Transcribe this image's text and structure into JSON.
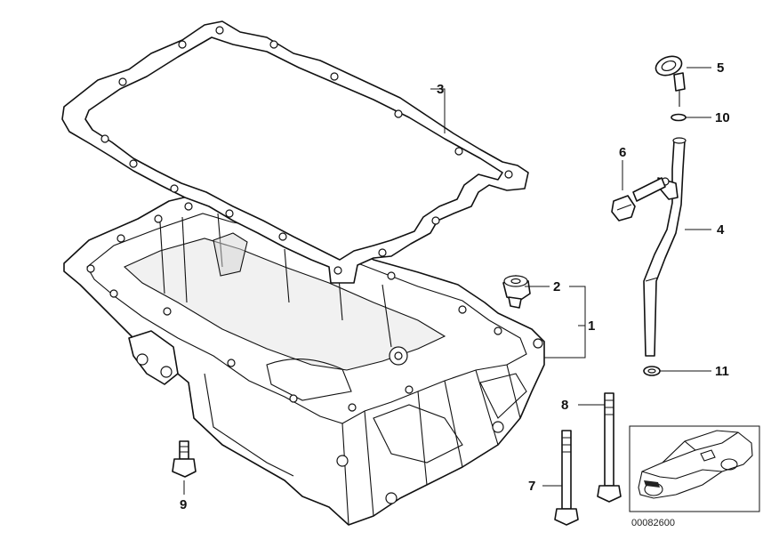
{
  "callouts": {
    "c1": "1",
    "c2": "2",
    "c3": "3",
    "c4": "4",
    "c5": "5",
    "c6": "6",
    "c7": "7",
    "c8": "8",
    "c9": "9",
    "c10": "10",
    "c11": "11"
  },
  "parts": [
    {
      "id": "1",
      "name": "oil-pan"
    },
    {
      "id": "2",
      "name": "drain-plug"
    },
    {
      "id": "3",
      "name": "oil-pan-gasket"
    },
    {
      "id": "4",
      "name": "dipstick-guide-tube"
    },
    {
      "id": "5",
      "name": "oil-dipstick"
    },
    {
      "id": "6",
      "name": "hex-bolt"
    },
    {
      "id": "7",
      "name": "long-bolt"
    },
    {
      "id": "8",
      "name": "long-bolt"
    },
    {
      "id": "9",
      "name": "hex-bolt"
    },
    {
      "id": "10",
      "name": "o-ring"
    },
    {
      "id": "11",
      "name": "sealing-ring"
    }
  ],
  "reference_number": "00082600"
}
